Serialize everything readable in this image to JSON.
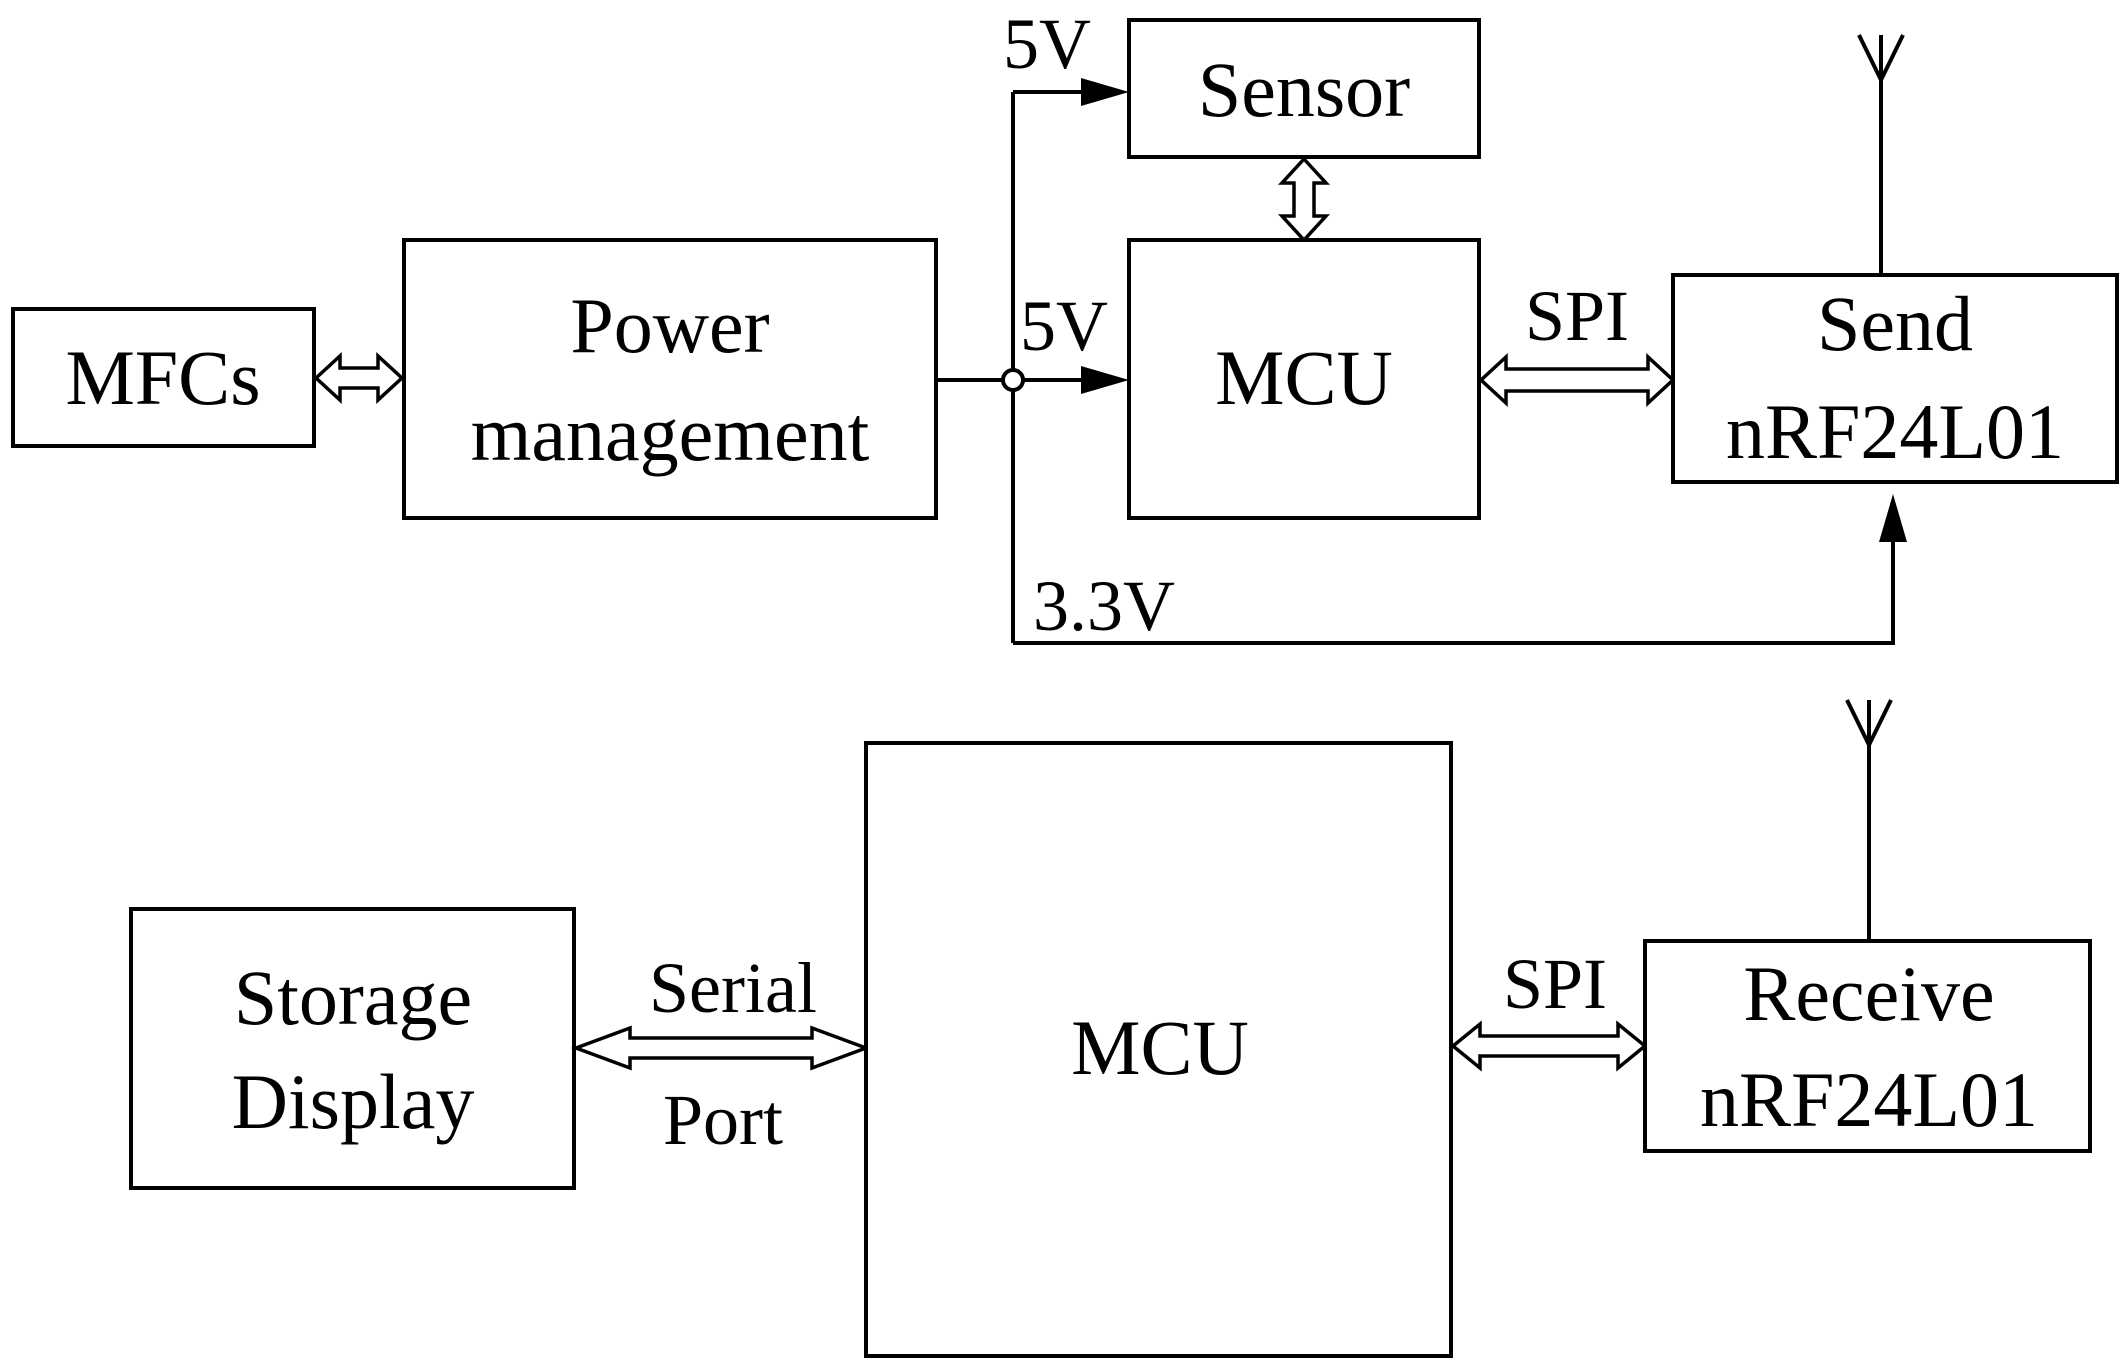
{
  "transmitter": {
    "mfcs": "MFCs",
    "power_line1": "Power",
    "power_line2": "management",
    "sensor": "Sensor",
    "mcu": "MCU",
    "send_line1": "Send",
    "send_line2": "nRF24L01",
    "v_sensor": "5V",
    "v_mcu": "5V",
    "v_radio": "3.3V",
    "spi": "SPI"
  },
  "receiver": {
    "storage_line1": "Storage",
    "storage_line2": "Display",
    "serial_line1": "Serial",
    "serial_line2": "Port",
    "mcu": "MCU",
    "spi": "SPI",
    "receive_line1": "Receive",
    "receive_line2": "nRF24L01"
  }
}
